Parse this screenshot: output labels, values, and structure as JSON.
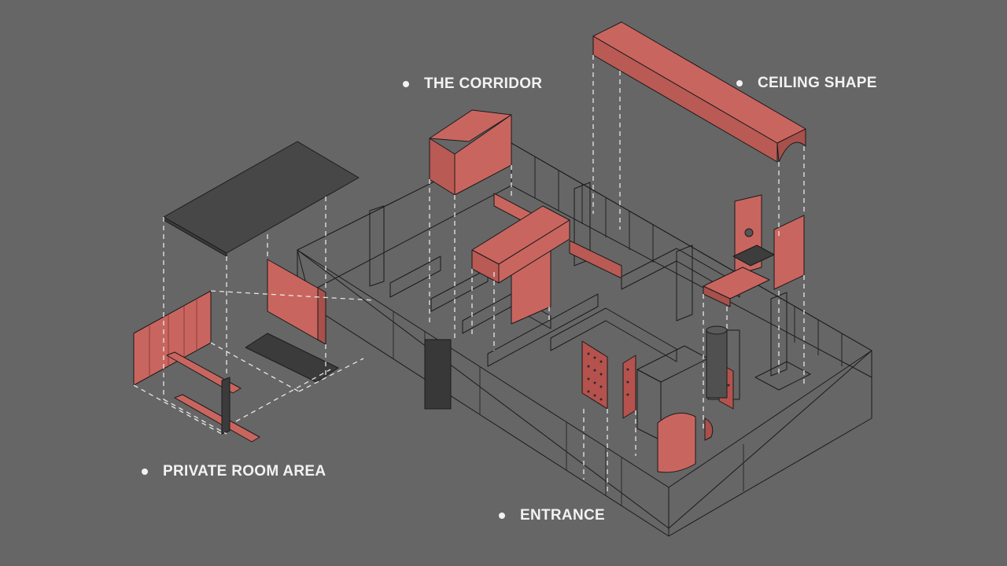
{
  "labels": {
    "corridor": "THE CORRIDOR",
    "ceiling": "CEILING SHAPE",
    "private_room": "PRIVATE ROOM AREA",
    "entrance": "ENTRANCE"
  },
  "colors": {
    "background": "#666666",
    "accent": "#c9655f",
    "accent_dark": "#a8504b",
    "wall_top": "#4a4a4a",
    "wall_side": "#3d3d3d",
    "label_text": "#f2f2f2"
  }
}
